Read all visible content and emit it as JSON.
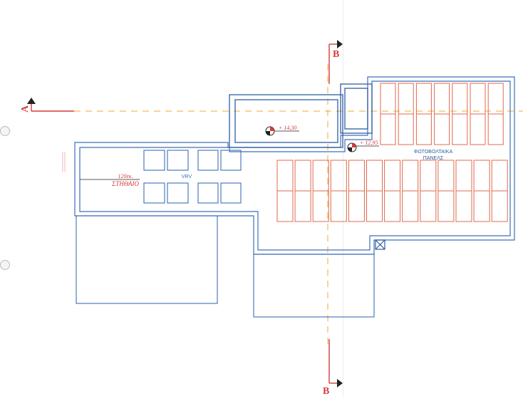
{
  "section_markers": {
    "a": "A",
    "b_top": "B",
    "b_bottom": "B"
  },
  "elevations": {
    "upper": "+ 14,30",
    "lower": "+ 12,95"
  },
  "labels": {
    "vrv": "VRV",
    "parapet_height": "120εκ.",
    "parapet": "ΣΤΗΘΑΙΟ",
    "pv_line1": "ΦΩΤΟΒΟΛΤΑΙΚΑ",
    "pv_line2": "ΠΑΝΕΛΣ"
  },
  "colors": {
    "wall": "#3d6fb8",
    "section": "#d93a3a",
    "panel": "#e06a4f",
    "axis": "#f0a830",
    "level_text": "#d93a3a"
  },
  "icons": {
    "level": "elevation-marker-icon",
    "hatch": "hatch-box-icon",
    "hole": "binder-hole-icon"
  }
}
